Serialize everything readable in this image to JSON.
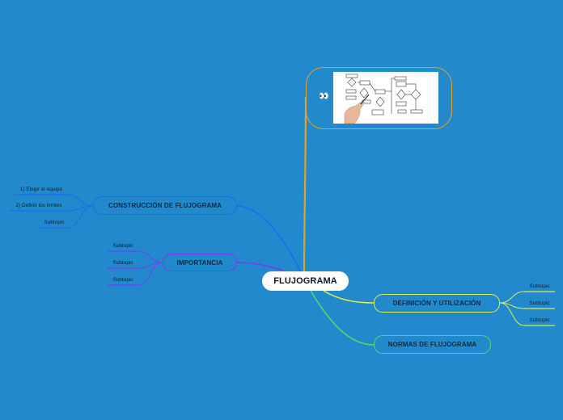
{
  "root": {
    "label": "FLUJOGRAMA"
  },
  "image_node": {
    "icon": "eyes-icon",
    "image": "flowchart-sketch-hand"
  },
  "branches": [
    {
      "id": "construccion",
      "label": "CONSTRUCCIÓN DE FLUJOGRAMA",
      "color": "#1c6ef0",
      "subtopics": [
        "1) Elegir el equipo",
        "2) Definir los límites",
        "Subtopic"
      ]
    },
    {
      "id": "importancia",
      "label": "IMPORTANCIA",
      "color": "#7b3cf2",
      "subtopics": [
        "Subtopic",
        "Subtopic",
        "Subtopic"
      ]
    },
    {
      "id": "definicion",
      "label": "DEFINICIÓN Y UTILIZACIÓN",
      "color": "#d8f04c",
      "subtopics": [
        "Subtopic",
        "Subtopic",
        "Subtopic"
      ]
    },
    {
      "id": "normas",
      "label": "NORMAS DE FLUJOGRAMA",
      "color": "#44e06a",
      "subtopics": []
    }
  ],
  "image_branch_color": "#e0a32a"
}
